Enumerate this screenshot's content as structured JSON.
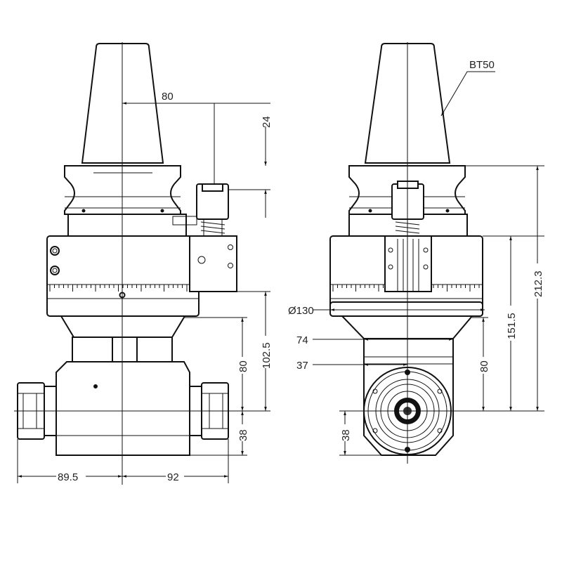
{
  "drawing": {
    "title_note": "BT50",
    "left_view": {
      "dims": {
        "offset_horizontal": "80",
        "top_vertical": "24",
        "height_to_axis": "102.5",
        "lower_height": "80",
        "axis_to_bottom": "38",
        "left_width": "89.5",
        "right_width": "92"
      }
    },
    "right_view": {
      "dims": {
        "diameter": "Ø130",
        "width_74": "74",
        "width_37": "37",
        "lower_height": "80",
        "mid_height": "151.5",
        "total_height": "212.3",
        "axis_to_bottom": "38"
      }
    }
  }
}
